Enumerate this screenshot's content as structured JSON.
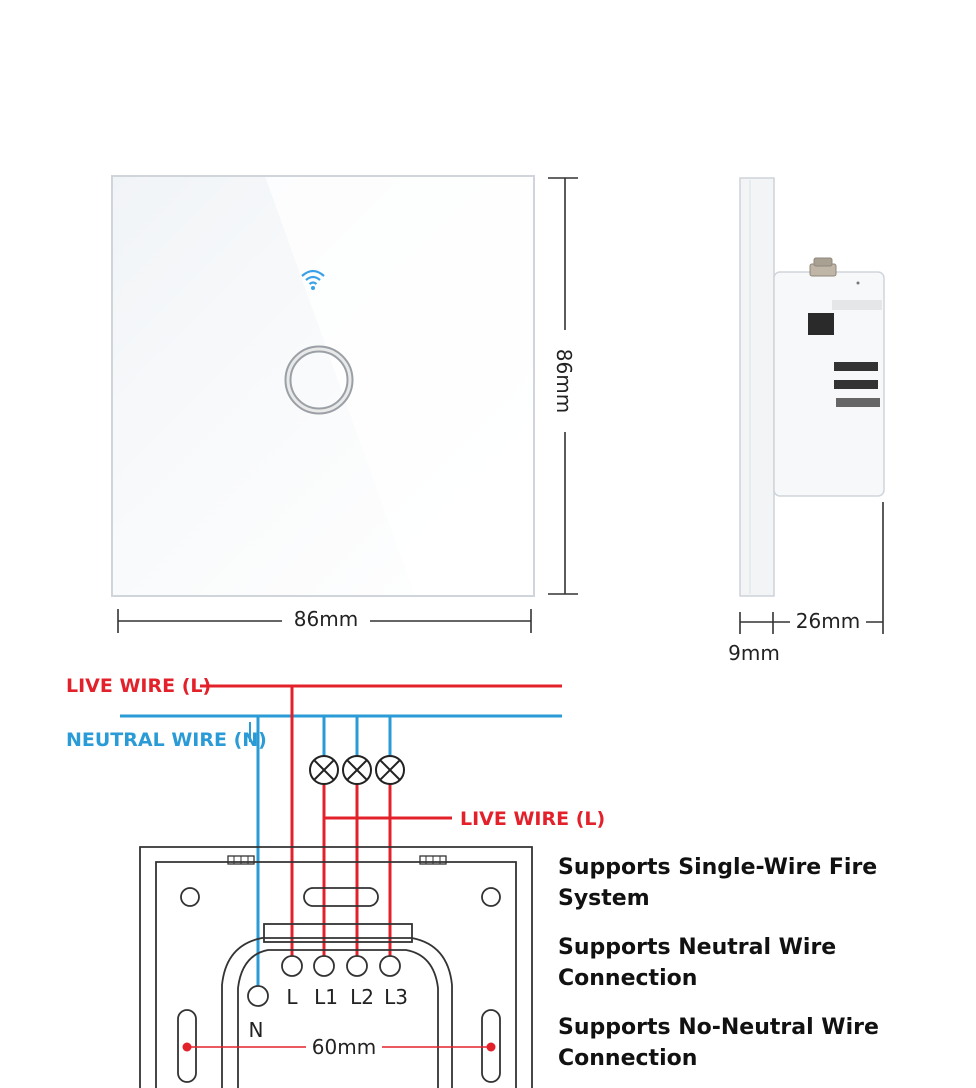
{
  "dimensions": {
    "front_width": "86mm",
    "front_height": "86mm",
    "side_depth": "26mm",
    "panel_thickness": "9mm",
    "mount_spacing": "60mm"
  },
  "wires": {
    "live_top": "LIVE WIRE (L)",
    "neutral": "NEUTRAL WIRE (N)",
    "live_load": "LIVE WIRE (L)"
  },
  "terminals": [
    "N",
    "L",
    "L1",
    "L2",
    "L3"
  ],
  "features": [
    "Supports Single-Wire Fire System",
    "Supports Neutral Wire Connection",
    "Supports No-Neutral Wire Connection"
  ],
  "colors": {
    "live": "#e3212b",
    "neutral": "#2a9bd6",
    "wifi_icon": "#3aa0e8"
  }
}
